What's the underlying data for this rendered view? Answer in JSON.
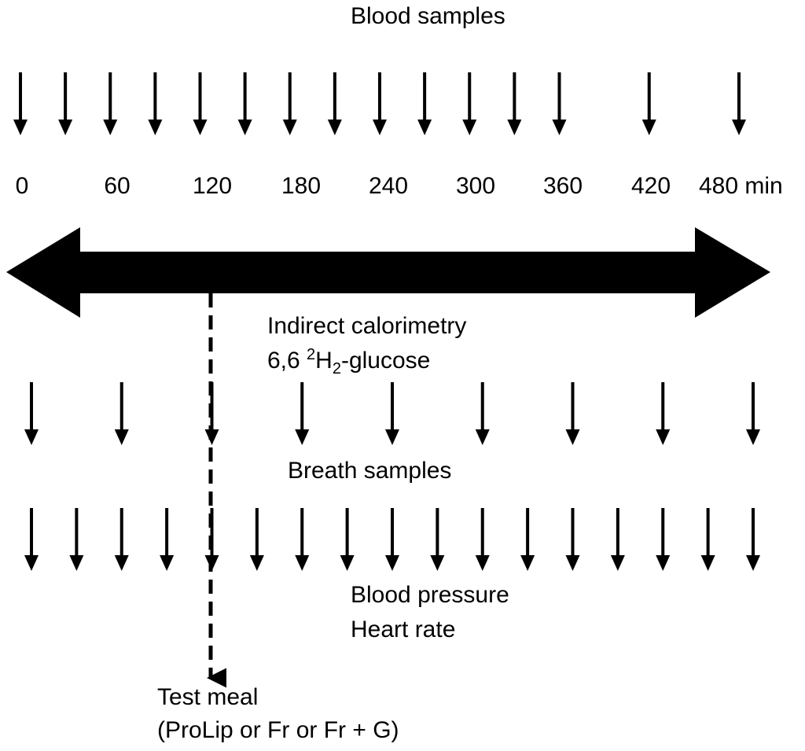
{
  "labels": {
    "blood_samples": "Blood samples",
    "indirect_calorimetry": "Indirect calorimetry",
    "glucose_prefix": "6,6 ",
    "glucose_sup": "2",
    "glucose_H": "H",
    "glucose_sub": "2",
    "glucose_suffix": "-glucose",
    "breath_samples": "Breath samples",
    "blood_pressure": "Blood pressure",
    "heart_rate": "Heart rate",
    "test_meal": "Test meal",
    "test_meal_options": "(ProLip or Fr or Fr + G)"
  },
  "axis": {
    "ticks": [
      "0",
      "60",
      "120",
      "180",
      "240",
      "300",
      "360",
      "420",
      "480 min"
    ],
    "tick_values": [
      0,
      60,
      120,
      180,
      240,
      300,
      360,
      420,
      480
    ]
  },
  "schedules": {
    "blood_samples_min": [
      0,
      30,
      60,
      90,
      120,
      150,
      180,
      210,
      240,
      270,
      300,
      330,
      360,
      420,
      480
    ],
    "breath_samples_min": [
      0,
      60,
      120,
      180,
      240,
      300,
      360,
      420,
      480
    ],
    "blood_pressure_min": [
      0,
      30,
      60,
      90,
      120,
      150,
      180,
      210,
      240,
      270,
      300,
      330,
      360,
      390,
      420,
      450,
      480
    ],
    "test_meal_min": 120
  }
}
